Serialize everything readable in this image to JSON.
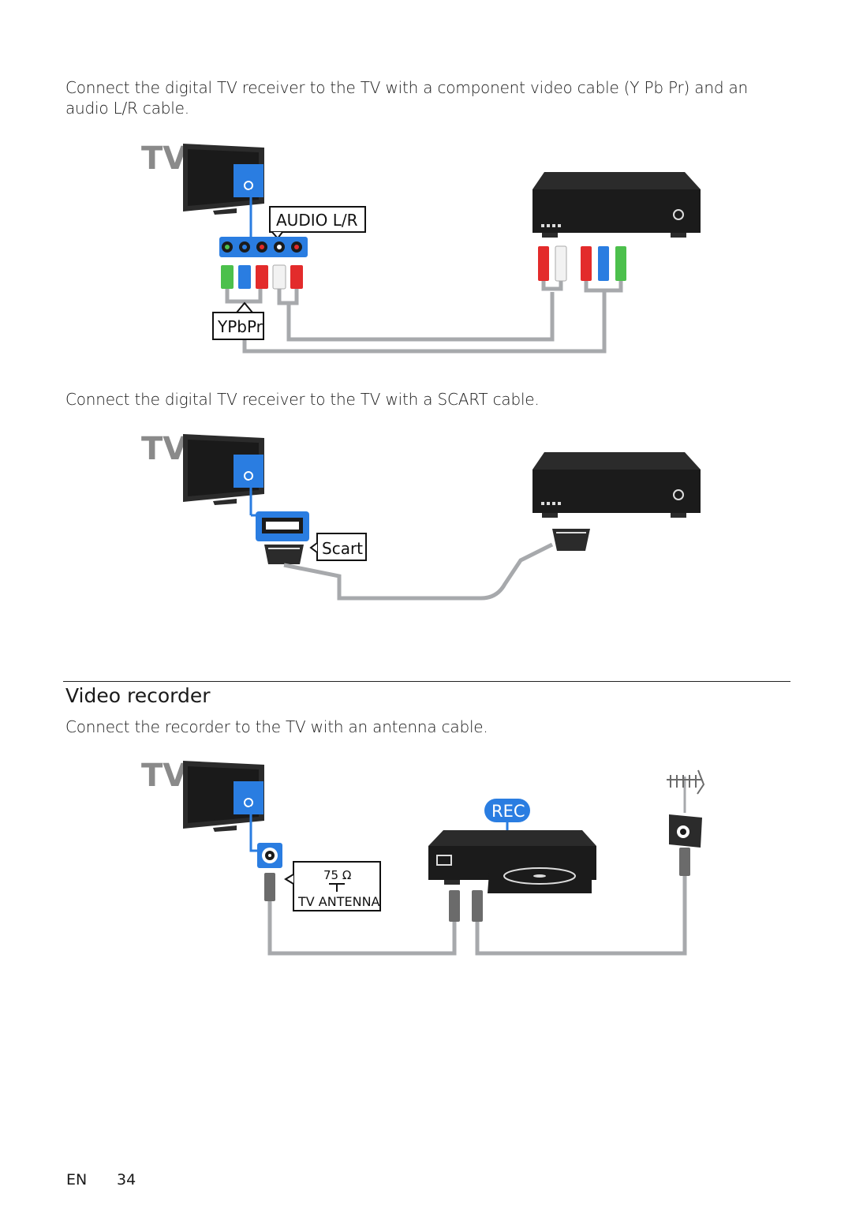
{
  "paragraphs": {
    "component": "Connect the digital TV receiver to the TV with a component video cable (Y Pb Pr) and an audio L/R cable.",
    "scart": "Connect the digital TV receiver to the TV with a SCART cable.",
    "recorder": "Connect the recorder to the TV with an antenna cable."
  },
  "section": {
    "title": "Video recorder"
  },
  "diagrams": {
    "tv_mark": "TV",
    "audio_label": "AUDIO L/R",
    "ypbpr_label": "YPbPr",
    "scart_label": "Scart",
    "rec_label": "REC",
    "ohm_label": "75 Ω",
    "antenna_label": "TV ANTENNA"
  },
  "footer": {
    "language": "EN",
    "page_number": "34"
  },
  "colors": {
    "accent_blue": "#2a7de1",
    "cable_gray": "#a7a9ac",
    "device_black": "#1b1b1b"
  }
}
